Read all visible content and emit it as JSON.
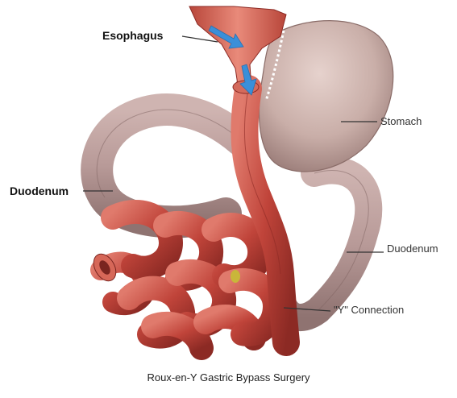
{
  "labels": {
    "esophagus": "Esophagus",
    "stomach": "Stomach",
    "duodenum_left": "Duodenum",
    "duodenum_right": "Duodenum",
    "y_connection": "\"Y\" Connection"
  },
  "caption": "Roux-en-Y Gastric Bypass Surgery",
  "colors": {
    "stomach": "#c9aea8",
    "duodenum": "#b89a98",
    "intestine": "#c0443a",
    "esophagus": "#d9685a",
    "flow_arrow": "#3a8fd9"
  }
}
